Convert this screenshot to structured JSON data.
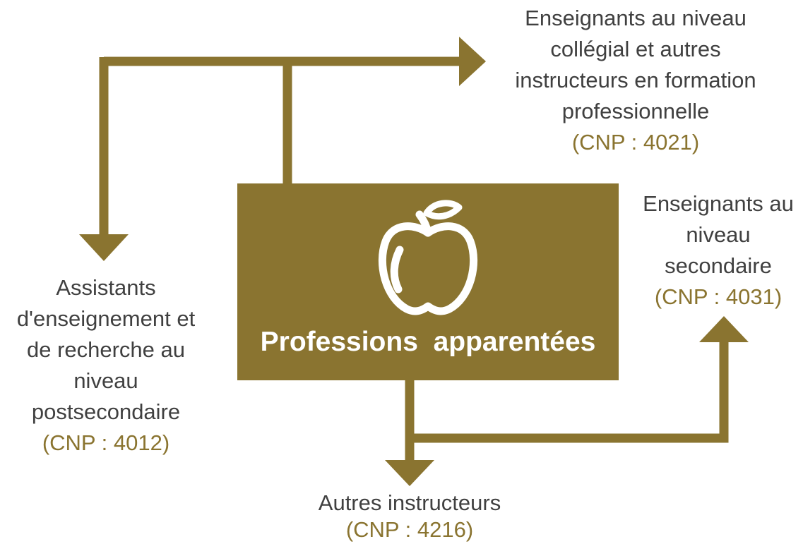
{
  "center": {
    "title": "Professions  apparentées",
    "icon": "apple-icon"
  },
  "colors": {
    "accent": "#8a7430",
    "text": "#404040"
  },
  "nodes": {
    "top_right": {
      "lines": [
        "Enseignants au niveau",
        "collégial et autres",
        "instructeurs en formation",
        "professionnelle"
      ],
      "code": "(CNP : 4021)"
    },
    "left": {
      "lines": [
        "Assistants",
        "d'enseignement et",
        "de recherche au",
        "niveau",
        "postsecondaire"
      ],
      "code": "(CNP : 4012)"
    },
    "right": {
      "lines": [
        "Enseignants au",
        "niveau",
        "secondaire"
      ],
      "code": "(CNP : 4031)"
    },
    "bottom": {
      "lines": [
        "Autres instructeurs"
      ],
      "code": "(CNP : 4216)"
    }
  }
}
